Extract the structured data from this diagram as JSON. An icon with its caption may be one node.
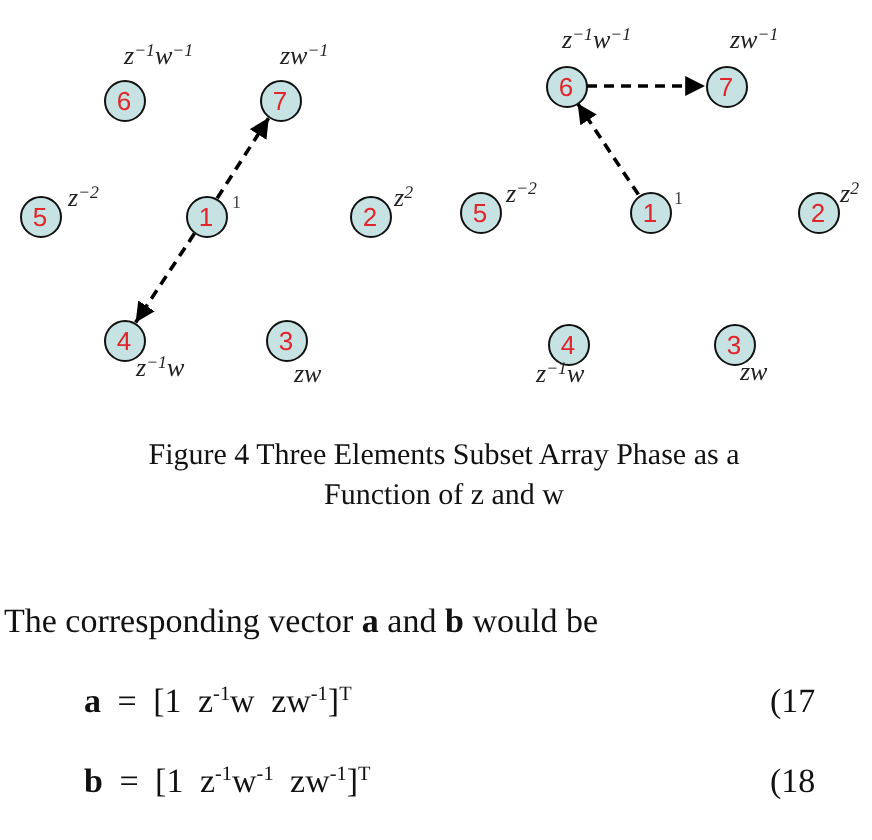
{
  "diagram": {
    "caption": "Figure 4 Three Elements Subset Array Phase as a Function of z and w",
    "nodes": [
      {
        "text": [
          "6"
        ],
        "beside": [
          "z$^{−1}$w$^{−1}$"
        ]
      },
      {
        "text": [
          "7"
        ],
        "beside": [
          "zw$^{−1}$"
        ]
      },
      {
        "text": [
          "5"
        ],
        "beside": [
          "z$^{−2}$"
        ]
      },
      {
        "text": [
          "1"
        ],
        "beside": [
          "1"
        ]
      },
      {
        "text": [
          "2"
        ],
        "beside": [
          "z$^{2}$"
        ]
      },
      {
        "text": [
          "4"
        ],
        "beside": [
          "z$^{−1}$w"
        ]
      },
      {
        "text": [
          "3"
        ],
        "beside": [
          "zw"
        ]
      },
      {
        "text": [
          "6"
        ],
        "beside": [
          "z$^{−1}$w$^{−1}$"
        ]
      },
      {
        "text": [
          "7"
        ],
        "beside": [
          "zw$^{−1}$"
        ]
      },
      {
        "text": [
          "5"
        ],
        "beside": [
          "z$^{−2}$"
        ]
      },
      {
        "text": [
          "1"
        ],
        "beside": [
          "1"
        ]
      },
      {
        "text": [
          "2"
        ],
        "beside": [
          "z$^{2}$"
        ]
      },
      {
        "text": [
          "4"
        ],
        "beside": [
          "z$^{−1}$w"
        ]
      },
      {
        "text": [
          "3"
        ],
        "beside": [
          "zw"
        ]
      }
    ],
    "edges": [
      {
        "from": 3,
        "to": 1,
        "arrow": "to",
        "style": "dashed"
      },
      {
        "from": 3,
        "to": 5,
        "arrow": "to",
        "style": "dashed"
      },
      {
        "from": 10,
        "to": 7,
        "arrow": "to",
        "style": "dashed"
      },
      {
        "from": 7,
        "to": 8,
        "arrow": "to",
        "style": "dashed"
      }
    ],
    "labels": [
      "The corresponding vector **a** and **b** would be",
      "**a** = [1 z$^{-1}$w zw$^{-1}$]$^{T}$",
      "(17",
      "**b** = [1 z$^{-1}$w$^{-1}$ zw$^{-1}$]$^{T}$",
      "(18"
    ]
  }
}
